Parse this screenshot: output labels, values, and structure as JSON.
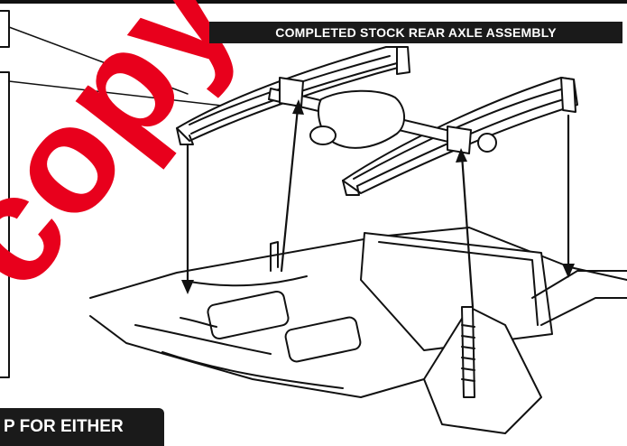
{
  "figure": {
    "caption": "COMPLETED STOCK REAR AXLE ASSEMBLY",
    "bottom_tab": "P FOR EITHER"
  },
  "watermark": {
    "text": "copy",
    "color": "#e8001c"
  },
  "colors": {
    "line_art": "#111111",
    "caption_background": "#1a1a1a",
    "caption_text": "#ffffff"
  }
}
